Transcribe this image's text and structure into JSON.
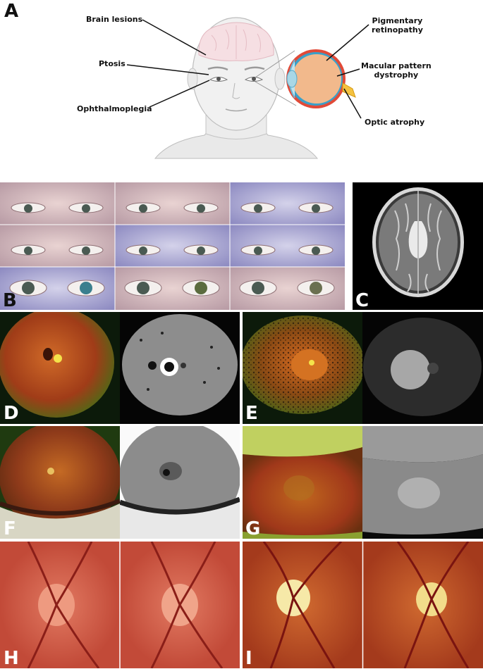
{
  "panels": {
    "A": "A",
    "B": "B",
    "C": "C",
    "D": "D",
    "E": "E",
    "F": "F",
    "G": "G",
    "H": "H",
    "I": "I"
  },
  "annotations": {
    "brain_lesions": "Brain lesions",
    "ptosis": "Ptosis",
    "ophthalmoplegia": "Ophthalmoplegia",
    "pigmentary_retinopathy_1": "Pigmentary",
    "pigmentary_retinopathy_2": "retinopathy",
    "macular_1": "Macular pattern",
    "macular_2": "dystrophy",
    "optic_atrophy": "Optic atrophy"
  },
  "colors": {
    "fundus_red": "#b8481e",
    "fundus_green": "#5c7a1a",
    "optic_disc": "#f6e9a8",
    "eye_orange": "#f2b98c",
    "mri_gray": "#8a8a8a"
  }
}
